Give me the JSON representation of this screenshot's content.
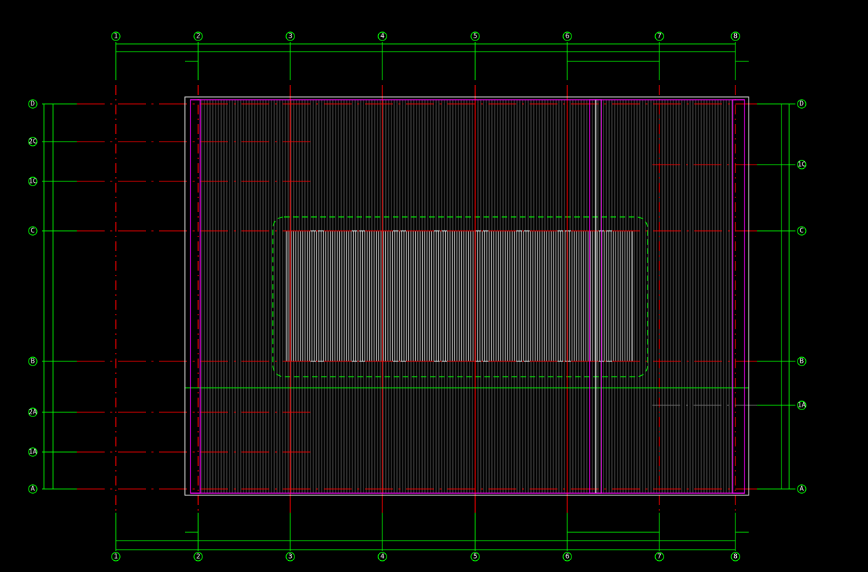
{
  "drawing": {
    "type": "roof-plan",
    "colors": {
      "background": "#000000",
      "grid": "#00ff00",
      "axis_center": "#ff0000",
      "outline": "#ffffff",
      "beam": "#ff00ff",
      "hatch": "#5a5a5a",
      "skylight": "#c8c8c8"
    },
    "columns": [
      {
        "label": "1",
        "x": 0
      },
      {
        "label": "2",
        "x": 1
      },
      {
        "label": "3",
        "x": 2
      },
      {
        "label": "4",
        "x": 3
      },
      {
        "label": "5",
        "x": 4
      },
      {
        "label": "6",
        "x": 5
      },
      {
        "label": "7",
        "x": 6
      },
      {
        "label": "8",
        "x": 7
      }
    ],
    "rows_left": [
      "D",
      "2C",
      "1C",
      "C",
      "B",
      "2A",
      "1A",
      "A"
    ],
    "rows_right": [
      "D",
      "1C",
      "C",
      "B",
      "1A",
      "A"
    ]
  }
}
